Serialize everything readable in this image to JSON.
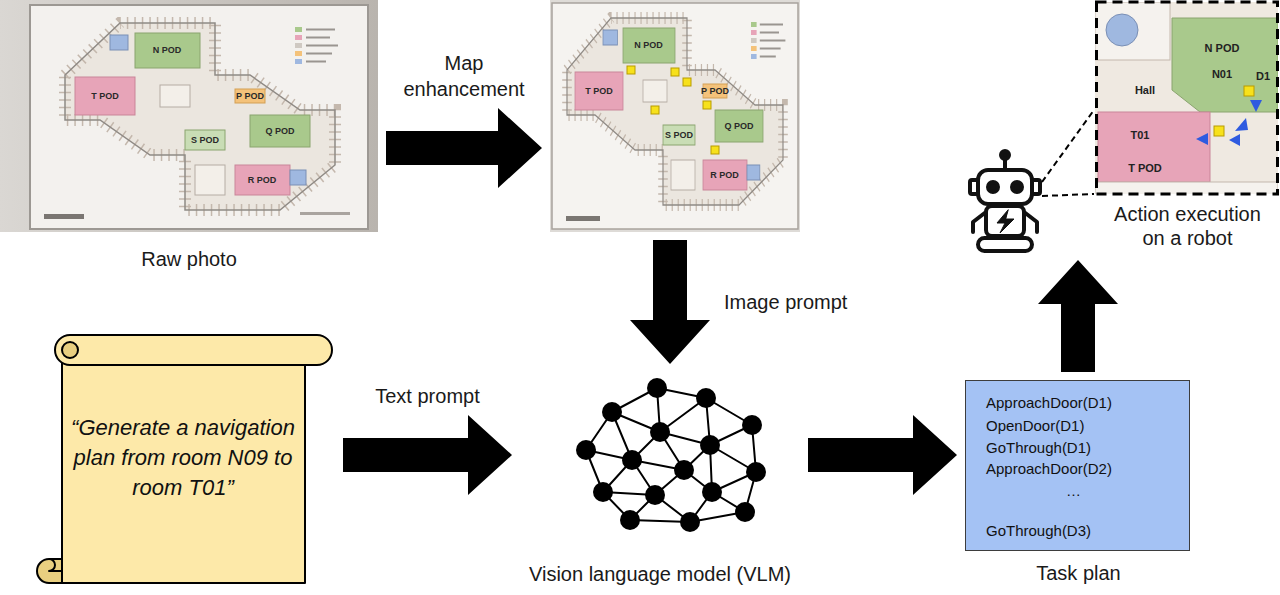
{
  "diagram": {
    "nodes": [
      {
        "text": [
          "Raw photo",
          "N POD",
          "T POD",
          "P POD",
          "S POD",
          "Q POD",
          "R POD"
        ]
      },
      {
        "text": [
          "N POD",
          "T POD",
          "P POD",
          "S POD",
          "Q POD",
          "R POD"
        ]
      },
      {
        "text": [
          "Action execution on a robot",
          "N POD",
          "N01",
          "D1",
          "Hall",
          "T01",
          "T POD"
        ]
      },
      {
        "text": [
          "“Generate a navigation plan from room N09 to room T01”"
        ]
      },
      {
        "text": [
          "Vision language model (VLM)"
        ]
      },
      {
        "text": [
          "Task plan",
          "ApproachDoor(D1)",
          "OpenDoor(D1)",
          "GoThrough(D1)",
          "ApproachDoor(D2)",
          "…",
          "GoThrough(D3)"
        ]
      }
    ],
    "edges": [
      {
        "from": 0,
        "to": 1,
        "arrow": "to",
        "label": "Map enhancement"
      },
      {
        "from": 1,
        "to": 4,
        "arrow": "to",
        "label": "Image prompt"
      },
      {
        "from": 3,
        "to": 4,
        "arrow": "to",
        "label": "Text prompt"
      },
      {
        "from": 4,
        "to": 5,
        "arrow": "to"
      },
      {
        "from": 5,
        "to": 2,
        "arrow": "to"
      }
    ]
  }
}
